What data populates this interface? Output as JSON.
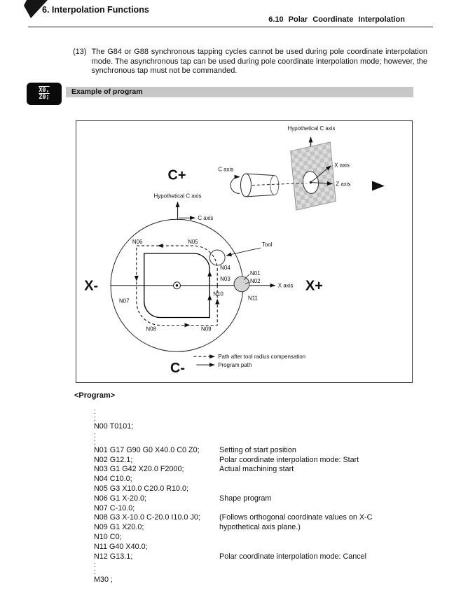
{
  "page": {
    "chapter": "6. Interpolation Functions",
    "section": "6.10 Polar Coordinate Interpolation"
  },
  "paragraph13": {
    "number": "(13)",
    "text": "The G84 or G88 synchronous tapping cycles cannot be used during pole coordinate interpolation mode. The asynchronous tap can be used during pole coordinate interpolation mode; however, the synchronous tap must not be commanded."
  },
  "example": {
    "icon_line1": "X0,",
    "icon_line2": "Z0;",
    "title": "Example of program"
  },
  "figure": {
    "colors": {
      "axis_red": "#e60000"
    },
    "labels": {
      "hyp_c_axis_top": "Hypothetical C axis",
      "c_axis_cyl": "C axis",
      "x_axis_3d": "X axis",
      "z_axis_3d": "Z axis",
      "c_plus": "C+",
      "hyp_c_axis": "Hypothetical C axis",
      "c_axis": "C axis",
      "tool": "Tool",
      "x_axis": "X axis",
      "x_minus": "X-",
      "x_plus": "X+",
      "c_minus": "C-",
      "n01": "N01",
      "n02": "N02",
      "n03": "N03",
      "n04": "N04",
      "n05": "N05",
      "n06": "N06",
      "n07": "N07",
      "n08": "N08",
      "n09": "N09",
      "n10": "N10",
      "n11": "N11"
    },
    "legend": {
      "dashed": "Path after tool radius compensation",
      "solid": "Program path"
    }
  },
  "program": {
    "title": "<Program>",
    "lines": [
      {
        "code": ":",
        "comment": ""
      },
      {
        "code": ":",
        "comment": ""
      },
      {
        "code": "N00 T0101;",
        "comment": ""
      },
      {
        "code": ":",
        "comment": ""
      },
      {
        "code": ":",
        "comment": ""
      },
      {
        "code": "N01 G17 G90 G0 X40.0 C0 Z0;",
        "comment": "Setting of start position"
      },
      {
        "code": "N02 G12.1;",
        "comment": "Polar coordinate interpolation mode: Start"
      },
      {
        "code": "N03 G1 G42 X20.0 F2000;",
        "comment": "Actual machining start"
      },
      {
        "code": "N04 C10.0;",
        "comment": ""
      },
      {
        "code": "N05 G3 X10.0 C20.0 R10.0;",
        "comment": ""
      },
      {
        "code": "N06 G1 X-20.0;",
        "comment": "Shape program"
      },
      {
        "code": "N07 C-10.0;",
        "comment": ""
      },
      {
        "code": "N08 G3 X-10.0 C-20.0 I10.0 J0;",
        "comment": "(Follows orthogonal coordinate values on X-C"
      },
      {
        "code": "N09 G1 X20.0;",
        "comment": "hypothetical axis plane.)"
      },
      {
        "code": "N10 C0;",
        "comment": ""
      },
      {
        "code": "N11 G40 X40.0;",
        "comment": ""
      },
      {
        "code": "N12 G13.1;",
        "comment": "Polar coordinate interpolation mode: Cancel"
      },
      {
        "code": ":",
        "comment": ""
      },
      {
        "code": ":",
        "comment": ""
      },
      {
        "code": "M30 ;",
        "comment": ""
      }
    ]
  }
}
